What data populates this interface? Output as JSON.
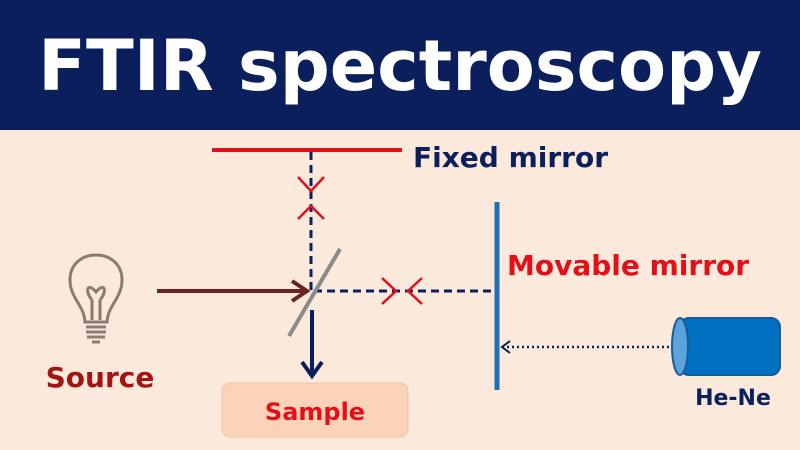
{
  "title": "FTIR spectroscopy",
  "labels": {
    "fixed_mirror": "Fixed mirror",
    "movable_mirror": "Movable mirror",
    "source": "Source",
    "sample": "Sample",
    "laser": "He-Ne"
  },
  "icons": {
    "source": "light-bulb-icon",
    "laser": "cylinder-laser-icon"
  },
  "colors": {
    "header_bg": "#0a1f5c",
    "background": "#fbe9dc",
    "fixed_mirror": "#e3101a",
    "movable_mirror": "#1f6fb5",
    "beam_dashed": "#0a1f5c",
    "source_beam": "#6b2222",
    "source_text": "#a31515",
    "sample_box": "#fad3b8",
    "red_text": "#e3101a",
    "navy_text": "#0a1f5c",
    "laser": "#0070c0"
  }
}
